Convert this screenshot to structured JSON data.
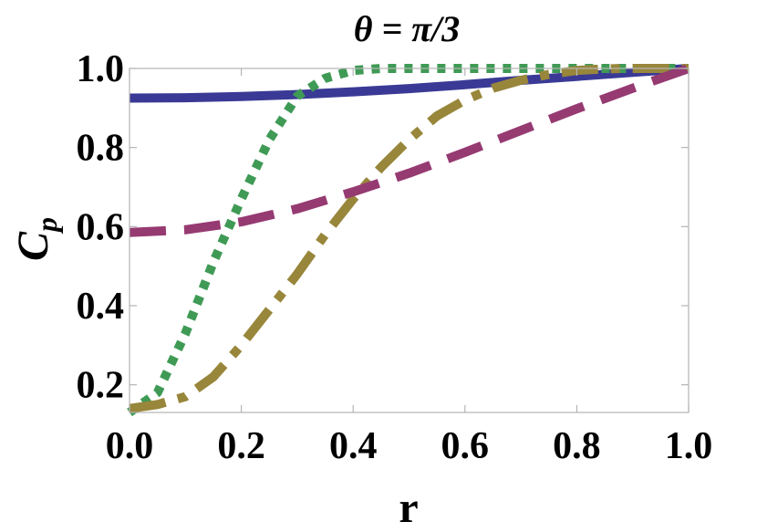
{
  "chart_data": {
    "type": "line",
    "title": "θ = π/3",
    "xlabel": "r",
    "ylabel_main": "C",
    "ylabel_sub": "p",
    "xlim": [
      0,
      1
    ],
    "ylim": [
      0.13,
      1.0
    ],
    "xticks": [
      "0.0",
      "0.2",
      "0.4",
      "0.6",
      "0.8",
      "1.0"
    ],
    "yticks": [
      "0.2",
      "0.4",
      "0.6",
      "0.8",
      "1.0"
    ],
    "grid": false,
    "legend": "none",
    "series": [
      {
        "style": "solid",
        "color": "#3a3a96",
        "x": [
          0,
          0.1,
          0.2,
          0.3,
          0.4,
          0.5,
          0.6,
          0.7,
          0.8,
          0.9,
          1.0
        ],
        "y": [
          0.925,
          0.926,
          0.929,
          0.934,
          0.941,
          0.949,
          0.959,
          0.97,
          0.98,
          0.99,
          1.0
        ]
      },
      {
        "style": "dotted",
        "color": "#3f9a55",
        "x": [
          0,
          0.05,
          0.1,
          0.15,
          0.2,
          0.25,
          0.3,
          0.35,
          0.4,
          0.45,
          0.5,
          0.6,
          0.7,
          0.8,
          0.9,
          1.0
        ],
        "y": [
          0.13,
          0.18,
          0.33,
          0.51,
          0.67,
          0.82,
          0.93,
          0.975,
          0.995,
          1.0,
          1.0,
          1.0,
          1.0,
          1.0,
          1.0,
          1.0
        ]
      },
      {
        "style": "dash-dot",
        "color": "#98863b",
        "x": [
          0,
          0.05,
          0.1,
          0.15,
          0.2,
          0.25,
          0.3,
          0.35,
          0.4,
          0.45,
          0.5,
          0.55,
          0.6,
          0.65,
          0.7,
          0.75,
          0.8,
          0.85,
          0.9,
          1.0
        ],
        "y": [
          0.14,
          0.15,
          0.17,
          0.22,
          0.3,
          0.39,
          0.48,
          0.58,
          0.67,
          0.75,
          0.82,
          0.88,
          0.92,
          0.95,
          0.97,
          0.985,
          0.995,
          0.999,
          1.0,
          1.0
        ]
      },
      {
        "style": "dashed",
        "color": "#963a72",
        "x": [
          0,
          0.1,
          0.2,
          0.3,
          0.4,
          0.5,
          0.6,
          0.7,
          0.8,
          0.9,
          1.0
        ],
        "y": [
          0.585,
          0.592,
          0.612,
          0.645,
          0.688,
          0.735,
          0.788,
          0.843,
          0.898,
          0.95,
          1.0
        ]
      }
    ]
  }
}
